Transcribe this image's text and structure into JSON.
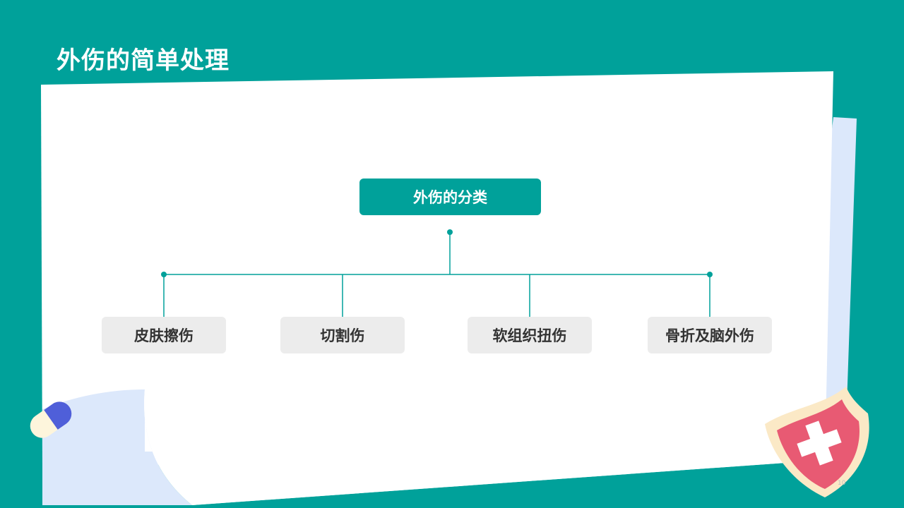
{
  "title": "外伤的简单处理",
  "diagram": {
    "root": "外伤的分类",
    "children": [
      "皮肤擦伤",
      "切割伤",
      "软组织扭伤",
      "骨折及脑外伤"
    ]
  },
  "page_number": "10",
  "colors": {
    "background": "#00a19a",
    "paper": "#ffffff",
    "paper_shadow": "#dce8fb",
    "child_box": "#ececec",
    "shield": "#e85a73"
  },
  "icons": [
    "pill-icon",
    "shield-cross-icon"
  ]
}
